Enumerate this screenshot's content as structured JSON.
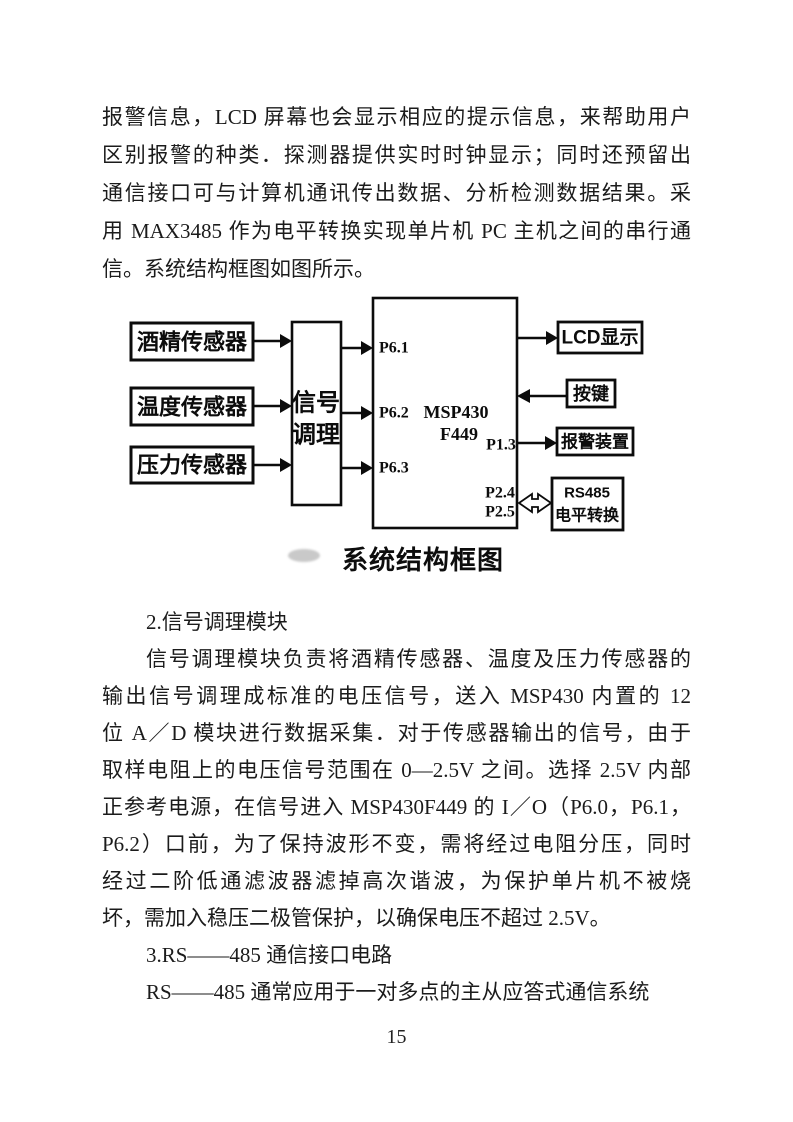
{
  "document": {
    "para1_lines": [
      "报警信息，LCD 屏幕也会显示相应的提示信息，来帮助用户",
      "区别报警的种类．探测器提供实时时钟显示；同时还预留出",
      "通信接口可与计算机通讯传出数据、分析检测数据结果。采",
      "用 MAX3485 作为电平转换实现单片机 PC 主机之间的串行通",
      "信。系统结构框图如图所示。"
    ],
    "heading2": "2.信号调理模块",
    "para2_lines": [
      "信号调理模块负责将酒精传感器、温度及压力传感器的",
      "输出信号调理成标准的电压信号，送入 MSP430 内置的 12",
      "位 A／D 模块进行数据采集．对于传感器输出的信号，由于",
      "取样电阻上的电压信号范围在 0—2.5V 之间。选择 2.5V 内部",
      "正参考电源，在信号进入 MSP430F449 的 I／O（P6.0，P6.1，",
      "P6.2）口前，为了保持波形不变，需将经过电阻分压，同时",
      "经过二阶低通滤波器滤掉高次谐波，为保护单片机不被烧",
      "坏，需加入稳压二极管保护，以确保电压不超过 2.5V。"
    ],
    "heading3": "3.RS——485 通信接口电路",
    "para3_lines": [
      "RS——485 通常应用于一对多点的主从应答式通信系统"
    ],
    "page_number": "15"
  },
  "diagram": {
    "caption": "系统结构框图",
    "sensors": [
      "酒精传感器",
      "温度传感器",
      "压力传感器"
    ],
    "conditioner_line1": "信号",
    "conditioner_line2": "调理",
    "mcu_name": "MSP430",
    "mcu_model": "F449",
    "port_p61": "P6.1",
    "port_p62": "P6.2",
    "port_p63": "P6.3",
    "port_p13": "P1.3",
    "port_p24": "P2.4",
    "port_p25": "P2.5",
    "box_lcd": "LCD显示",
    "box_keys": "按键",
    "box_alarm": "报警装置",
    "box_rs485_line1": "RS485",
    "box_rs485_line2": "电平转换"
  }
}
